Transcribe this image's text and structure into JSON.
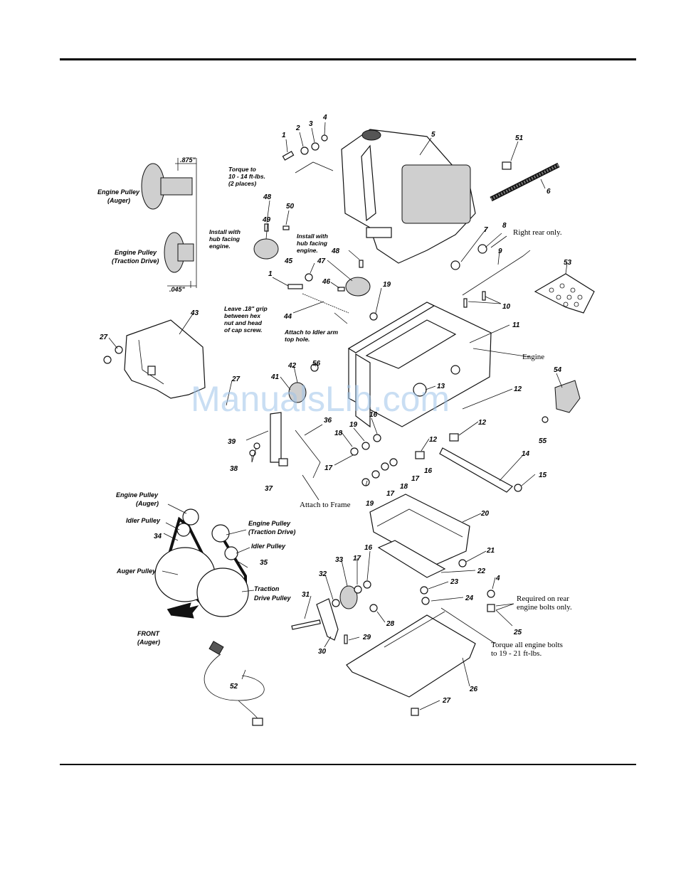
{
  "callouts": [
    {
      "id": "c1a",
      "text": "1"
    },
    {
      "id": "c2",
      "text": "2"
    },
    {
      "id": "c3",
      "text": "3"
    },
    {
      "id": "c4a",
      "text": "4"
    },
    {
      "id": "c5",
      "text": "5"
    },
    {
      "id": "c51",
      "text": "51"
    },
    {
      "id": "c6",
      "text": "6"
    },
    {
      "id": "c48a",
      "text": "48"
    },
    {
      "id": "c50",
      "text": "50"
    },
    {
      "id": "c49",
      "text": "49"
    },
    {
      "id": "c48b",
      "text": "48"
    },
    {
      "id": "c47",
      "text": "47"
    },
    {
      "id": "c45",
      "text": "45"
    },
    {
      "id": "c1b",
      "text": "1"
    },
    {
      "id": "c46",
      "text": "46"
    },
    {
      "id": "c44",
      "text": "44"
    },
    {
      "id": "c7",
      "text": "7"
    },
    {
      "id": "c8",
      "text": "8"
    },
    {
      "id": "c9",
      "text": "9"
    },
    {
      "id": "c53",
      "text": "53"
    },
    {
      "id": "c10",
      "text": "10"
    },
    {
      "id": "c19a",
      "text": "19"
    },
    {
      "id": "c11",
      "text": "11"
    },
    {
      "id": "c43",
      "text": "43"
    },
    {
      "id": "c27a",
      "text": "27"
    },
    {
      "id": "c27b",
      "text": "27"
    },
    {
      "id": "c41",
      "text": "41"
    },
    {
      "id": "c42",
      "text": "42"
    },
    {
      "id": "c56",
      "text": "56"
    },
    {
      "id": "c13",
      "text": "13"
    },
    {
      "id": "c12a",
      "text": "12"
    },
    {
      "id": "c54",
      "text": "54"
    },
    {
      "id": "c55",
      "text": "55"
    },
    {
      "id": "c12b",
      "text": "12"
    },
    {
      "id": "c16a",
      "text": "16"
    },
    {
      "id": "c19b",
      "text": "19"
    },
    {
      "id": "c18a",
      "text": "18"
    },
    {
      "id": "c36",
      "text": "36"
    },
    {
      "id": "c39",
      "text": "39"
    },
    {
      "id": "c17a",
      "text": "17"
    },
    {
      "id": "c12c",
      "text": "12"
    },
    {
      "id": "c14",
      "text": "14"
    },
    {
      "id": "c16b",
      "text": "16"
    },
    {
      "id": "c38",
      "text": "38"
    },
    {
      "id": "c17b",
      "text": "17"
    },
    {
      "id": "c18b",
      "text": "18"
    },
    {
      "id": "c19c",
      "text": "19"
    },
    {
      "id": "c17c",
      "text": "17"
    },
    {
      "id": "c15",
      "text": "15"
    },
    {
      "id": "c37",
      "text": "37"
    },
    {
      "id": "c34",
      "text": "34"
    },
    {
      "id": "c35",
      "text": "35"
    },
    {
      "id": "c20",
      "text": "20"
    },
    {
      "id": "c21",
      "text": "21"
    },
    {
      "id": "c16c",
      "text": "16"
    },
    {
      "id": "c33",
      "text": "33"
    },
    {
      "id": "c17d",
      "text": "17"
    },
    {
      "id": "c22",
      "text": "22"
    },
    {
      "id": "c32",
      "text": "32"
    },
    {
      "id": "c23",
      "text": "23"
    },
    {
      "id": "c4b",
      "text": "4"
    },
    {
      "id": "c24",
      "text": "24"
    },
    {
      "id": "c31",
      "text": "31"
    },
    {
      "id": "c28",
      "text": "28"
    },
    {
      "id": "c25",
      "text": "25"
    },
    {
      "id": "c29",
      "text": "29"
    },
    {
      "id": "c30",
      "text": "30"
    },
    {
      "id": "c52",
      "text": "52"
    },
    {
      "id": "c26",
      "text": "26"
    },
    {
      "id": "c27c",
      "text": "27"
    }
  ],
  "labels": {
    "dim_875": ".875\"",
    "dim_045": ".045\"",
    "engine_pulley_auger_1": "Engine Pulley",
    "engine_pulley_auger_2": "(Auger)",
    "engine_pulley_traction_1": "Engine Pulley",
    "engine_pulley_traction_2": "(Traction Drive)",
    "torque_note_1": "Torque to",
    "torque_note_2": "10 - 14 ft-lbs.",
    "torque_note_3": "(2 places)",
    "install_hub_a_1": "Install with",
    "install_hub_a_2": "hub facing",
    "install_hub_a_3": "engine.",
    "install_hub_b_1": "Install with",
    "install_hub_b_2": "hub facing",
    "install_hub_b_3": "engine.",
    "leave_grip_1": "Leave .18\" grip",
    "leave_grip_2": "between hex",
    "leave_grip_3": "nut and head",
    "leave_grip_4": "of cap screw.",
    "attach_idler_1": "Attach to Idler arm",
    "attach_idler_2": "top hole.",
    "right_rear_only": "Right rear only.",
    "engine": "Engine",
    "attach_frame": "Attach to Frame",
    "belt_engine_auger_1": "Engine Pulley",
    "belt_engine_auger_2": "(Auger)",
    "belt_idler_1": "Idler Pulley",
    "belt_engine_traction_1": "Engine Pulley",
    "belt_engine_traction_2": "(Traction Drive)",
    "belt_idler_2": "Idler Pulley",
    "belt_auger_pulley": "Auger Pulley",
    "belt_traction_1": "Traction",
    "belt_traction_2": "Drive Pulley",
    "front_1": "FRONT",
    "front_2": "(Auger)",
    "required_rear_1": "Required on rear",
    "required_rear_2": "engine bolts only.",
    "torque_all_1": "Torque all engine bolts",
    "torque_all_2": "to 19 - 21 ft-lbs."
  },
  "watermark": "ManualsLib.com"
}
